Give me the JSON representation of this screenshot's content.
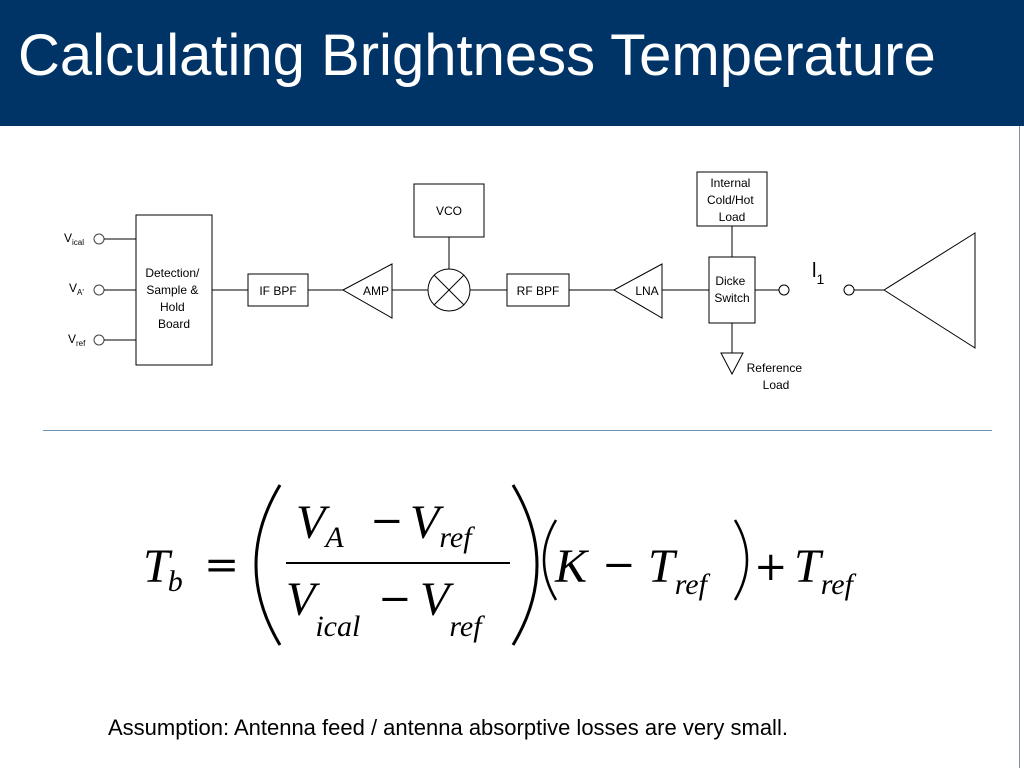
{
  "title": "Calculating Brightness Temperature",
  "diagram": {
    "signals": {
      "v_ical": {
        "main": "V",
        "sub": "ical"
      },
      "v_a": {
        "main": "V",
        "sub": "A'"
      },
      "v_ref": {
        "main": "V",
        "sub": "ref"
      }
    },
    "detection_board": [
      "Detection/",
      "Sample &",
      "Hold",
      "Board"
    ],
    "if_bpf": "IF BPF",
    "amp": "AMP",
    "vco": "VCO",
    "rf_bpf": "RF BPF",
    "lna": "LNA",
    "internal_load": [
      "Internal",
      "Cold/Hot",
      "Load"
    ],
    "dicke_switch": [
      "Dicke",
      "Switch"
    ],
    "reference_load": [
      "Reference",
      "Load"
    ],
    "l1": {
      "main": "l",
      "sub": "1"
    }
  },
  "formula": {
    "lhs": {
      "main": "T",
      "sub": "b"
    },
    "num_a": {
      "main": "V",
      "sub": "A"
    },
    "num_ref": {
      "main": "V",
      "sub": "ref"
    },
    "den_ical": {
      "main": "V",
      "sub": "ical"
    },
    "den_ref": {
      "main": "V",
      "sub": "ref"
    },
    "k": "K",
    "t_ref1": {
      "main": "T",
      "sub": "ref"
    },
    "t_ref2": {
      "main": "T",
      "sub": "ref"
    }
  },
  "assumption": "Assumption:  Antenna feed / antenna absorptive losses are very small."
}
